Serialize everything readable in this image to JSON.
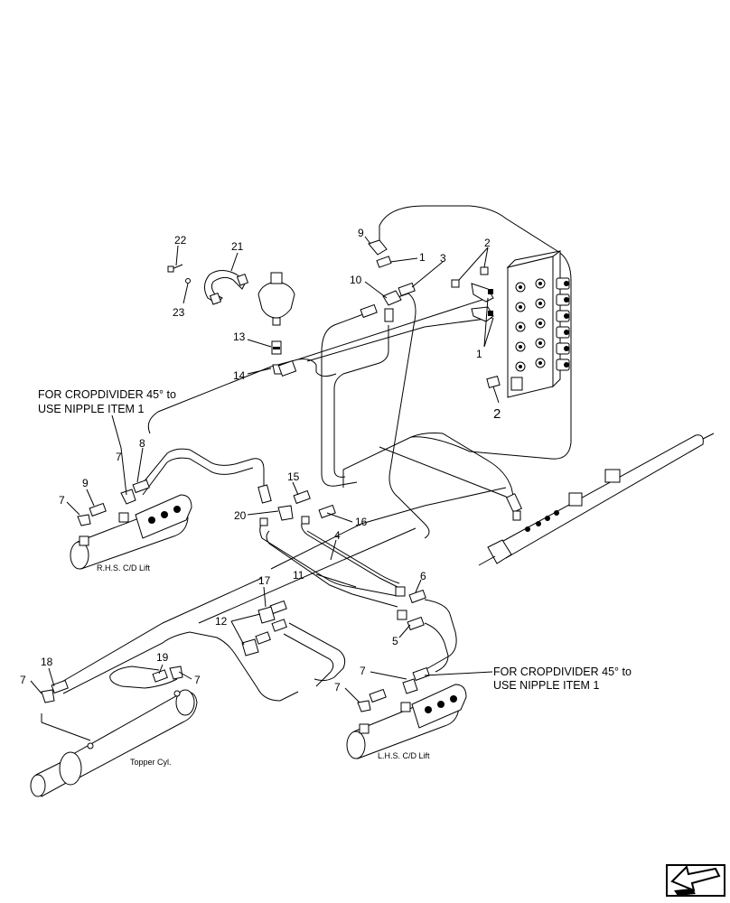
{
  "callouts": {
    "c22": "22",
    "c21": "21",
    "c23": "23",
    "c13": "13",
    "c14": "14",
    "c9a": "9",
    "c1a": "1",
    "c3": "3",
    "c10": "10",
    "c2a": "2",
    "c1b": "1",
    "c2b": "2",
    "c8": "8",
    "c7a": "7",
    "c9b": "9",
    "c7b": "7",
    "c15": "15",
    "c20": "20",
    "c16": "16",
    "c4": "4",
    "c11": "11",
    "c6": "6",
    "c5": "5",
    "c17": "17",
    "c12": "12",
    "c18": "18",
    "c7c": "7",
    "c19": "19",
    "c7d": "7",
    "c7e": "7",
    "c7f": "7"
  },
  "notes": {
    "rhs_line1": "FOR CROPDIVIDER 45° to",
    "rhs_line2": "USE NIPPLE ITEM 1",
    "lhs_line1": "FOR CROPDIVIDER 45° to",
    "lhs_line2": "USE NIPPLE ITEM 1"
  },
  "captions": {
    "rhs_lift": "R.H.S. C/D Lift",
    "lhs_lift": "L.H.S. C/D Lift",
    "topper": "Topper Cyl."
  },
  "nav": {
    "icon": "previous-page-arrow-icon"
  }
}
